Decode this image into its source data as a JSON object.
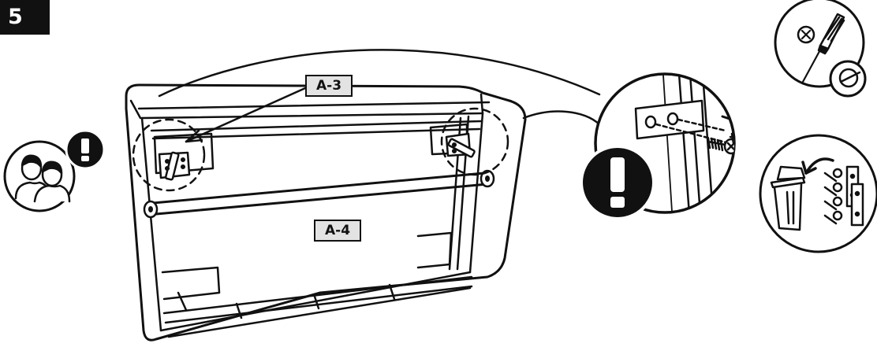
{
  "step": {
    "number": "5"
  },
  "parts": {
    "top_panel_label": "A-3",
    "bottom_panel_label": "A-4"
  },
  "icons": {
    "two_people": "two-person-icon",
    "warning": "exclamation-icon",
    "screwdriver": "phillips-screwdriver-icon",
    "phillips_head": "phillips-head-icon",
    "tape": "tape-roll-icon",
    "discard": "trash-bin-icon"
  },
  "colors": {
    "ink": "#111111",
    "label_fill": "#e3e3e3",
    "background": "#ffffff"
  }
}
